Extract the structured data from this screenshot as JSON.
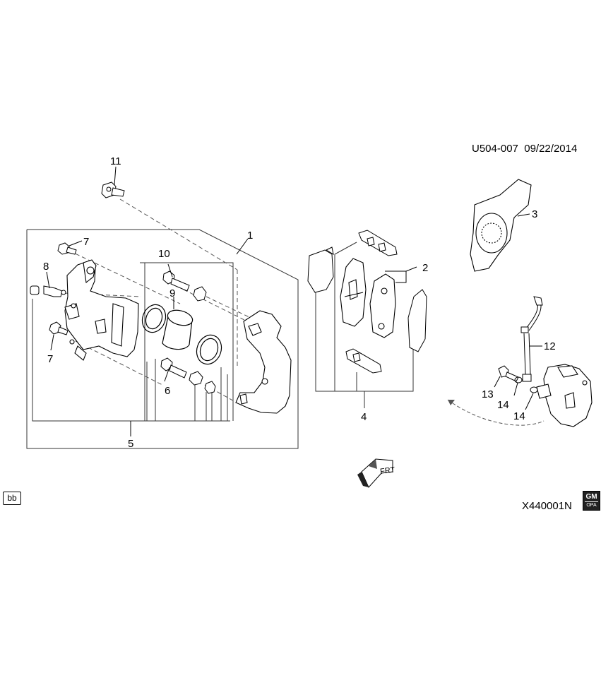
{
  "header": {
    "ref": "U504-007",
    "date": "09/22/2014"
  },
  "callouts": {
    "c1": "1",
    "c2": "2",
    "c3": "3",
    "c4": "4",
    "c5": "5",
    "c6": "6",
    "c7a": "7",
    "c7b": "7",
    "c8": "8",
    "c9": "9",
    "c10": "10",
    "c11": "11",
    "c12": "12",
    "c13": "13",
    "c14a": "14",
    "c14b": "14"
  },
  "frt_label": "FRT",
  "badge": "bb",
  "illustration_code": "X440001N",
  "logo": {
    "top": "GM",
    "bottom": "OPA"
  }
}
